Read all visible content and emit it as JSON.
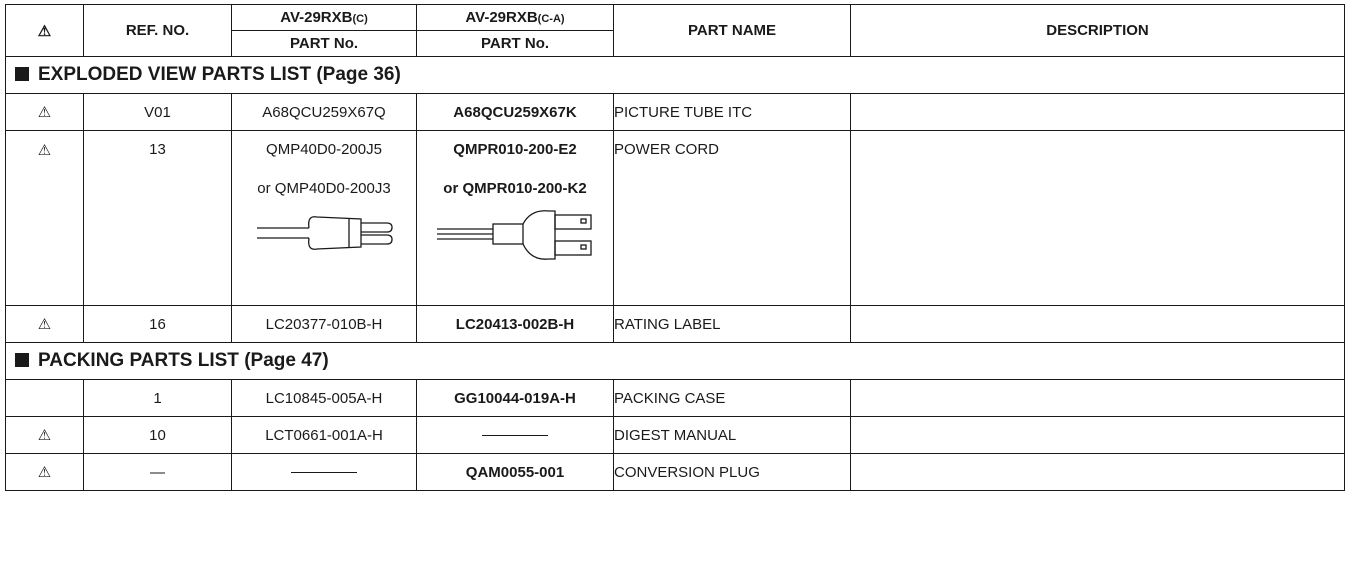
{
  "header": {
    "warn_symbol": "⚠",
    "ref_no": "REF. NO.",
    "model1": {
      "name": "AV-29RXB",
      "suffix": "(C)"
    },
    "model2": {
      "name": "AV-29RXB",
      "suffix": "(C-A)"
    },
    "part_no": "PART No.",
    "part_name": "PART NAME",
    "description": "DESCRIPTION"
  },
  "sections": [
    {
      "title": "EXPLODED VIEW PARTS LIST (Page 36)",
      "rows": [
        {
          "warn": "⚠",
          "ref": "V01",
          "part1": "A68QCU259X67Q",
          "part2": "A68QCU259X67K",
          "name": "PICTURE TUBE ITC",
          "description": ""
        },
        {
          "warn": "⚠",
          "ref": "13",
          "part1": "QMP40D0-200J5",
          "part1_alt": "or QMP40D0-200J3",
          "part2": "QMPR010-200-E2",
          "part2_alt": "or QMPR010-200-K2",
          "name": "POWER CORD",
          "description": ""
        },
        {
          "warn": "⚠",
          "ref": "16",
          "part1": "LC20377-010B-H",
          "part2": "LC20413-002B-H",
          "name": "RATING LABEL",
          "description": ""
        }
      ]
    },
    {
      "title": "PACKING PARTS LIST (Page 47)",
      "rows": [
        {
          "warn": "",
          "ref": "1",
          "part1": "LC10845-005A-H",
          "part2": "GG10044-019A-H",
          "name": "PACKING CASE",
          "description": ""
        },
        {
          "warn": "⚠",
          "ref": "10",
          "part1": "LCT0661-001A-H",
          "part2": "",
          "name": "DIGEST MANUAL",
          "description": ""
        },
        {
          "warn": "⚠",
          "ref": "—",
          "part1": "",
          "part2": "QAM0055-001",
          "name": "CONVERSION PLUG",
          "description": ""
        }
      ]
    }
  ],
  "icons": {
    "plug1": "two-pin-plug-icon",
    "plug2": "flat-pin-plug-icon",
    "section_marker": "black-square-icon",
    "empty_cell": "dash-line-icon"
  }
}
